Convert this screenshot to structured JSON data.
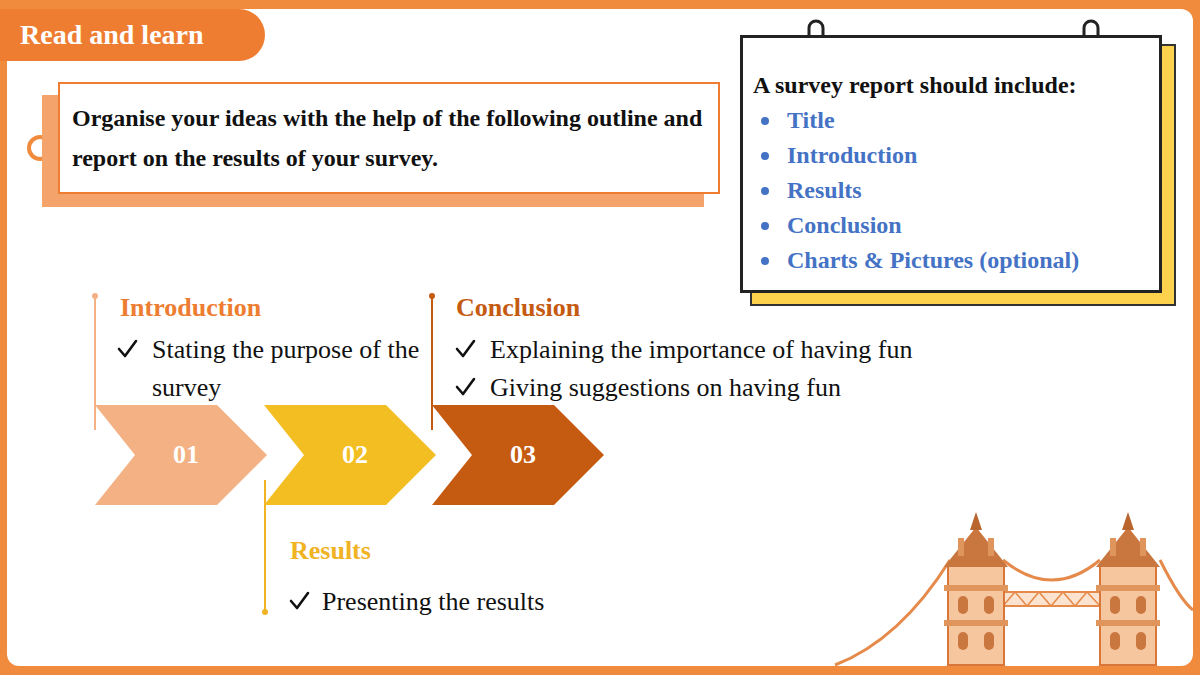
{
  "diagram": {
    "nodes": [
      {
        "text": [
          "Read and learn"
        ]
      },
      {
        "text": [
          "Organise your ideas with the help of the following outline and report on the results of your survey."
        ]
      },
      {
        "text": [
          "A survey report should include:",
          "Title",
          "Introduction",
          "Results",
          "Conclusion",
          "Charts & Pictures (optional)"
        ]
      },
      {
        "text": [
          "01"
        ]
      },
      {
        "text": [
          "02"
        ]
      },
      {
        "text": [
          "03"
        ]
      }
    ],
    "labels": [
      "Introduction",
      "Stating the purpose of the survey",
      "Results",
      "Presenting the results",
      "Conclusion",
      "Explaining the importance of having fun",
      "Giving suggestions on having fun"
    ]
  }
}
